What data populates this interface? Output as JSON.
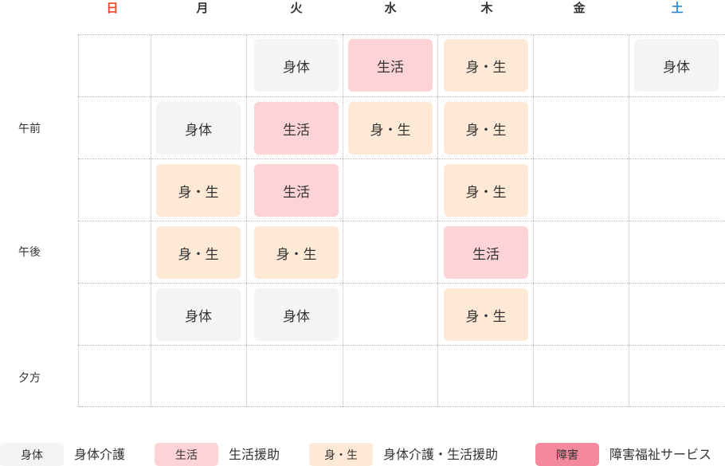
{
  "days": [
    "日",
    "月",
    "火",
    "水",
    "木",
    "金",
    "土"
  ],
  "time_labels": {
    "morning": "午前",
    "afternoon": "午後",
    "evening": "夕方"
  },
  "rows": [
    [
      "",
      "",
      "身体",
      "生活",
      "身・生",
      "",
      "身体"
    ],
    [
      "",
      "身体",
      "生活",
      "身・生",
      "身・生",
      "",
      ""
    ],
    [
      "",
      "身・生",
      "生活",
      "",
      "身・生",
      "",
      ""
    ],
    [
      "",
      "身・生",
      "身・生",
      "",
      "生活",
      "",
      ""
    ],
    [
      "",
      "身体",
      "身体",
      "",
      "身・生",
      "",
      ""
    ],
    [
      "",
      "",
      "",
      "",
      "",
      "",
      ""
    ]
  ],
  "legend": [
    {
      "tag": "身体",
      "label": "身体介護",
      "type": "body-care"
    },
    {
      "tag": "生活",
      "label": "生活援助",
      "type": "life"
    },
    {
      "tag": "身・生",
      "label": "身体介護・生活援助",
      "type": "both"
    },
    {
      "tag": "障害",
      "label": "障害福祉サービス",
      "type": "welfare"
    }
  ],
  "colors": {
    "sunday": "#e8462a",
    "saturday": "#2a8ad8",
    "body_care": "#f4f4f4",
    "life": "#fed3d6",
    "both": "#fee9d6",
    "welfare": "#f4889c"
  }
}
